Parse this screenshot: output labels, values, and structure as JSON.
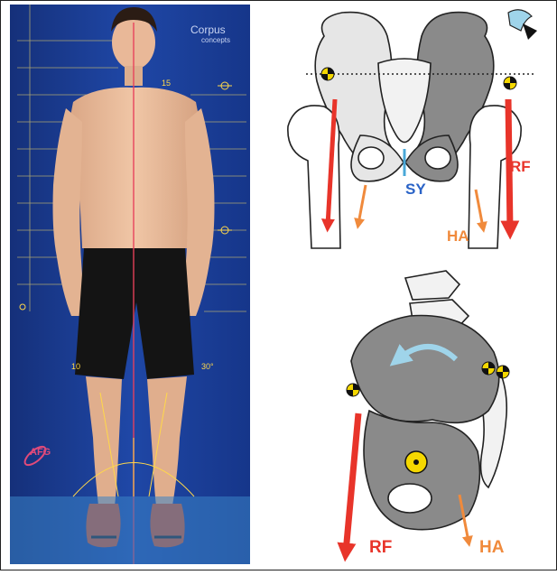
{
  "photo": {
    "brand_name": "Corpus",
    "brand_sub": "concepts",
    "badge": "AFG",
    "scale_labels": [
      "15",
      "10",
      "30°"
    ]
  },
  "top_diagram": {
    "labels": {
      "rf": "RF",
      "sy": "SY",
      "ha": "HA"
    },
    "colors": {
      "rf": "#e8342a",
      "sy": "#2a63c7",
      "ha": "#f08a3c"
    }
  },
  "bottom_diagram": {
    "labels": {
      "rf": "RF",
      "ha": "HA"
    },
    "colors": {
      "rf": "#e8342a",
      "ha": "#f08a3c",
      "rotation": "#9fd4ea"
    }
  }
}
